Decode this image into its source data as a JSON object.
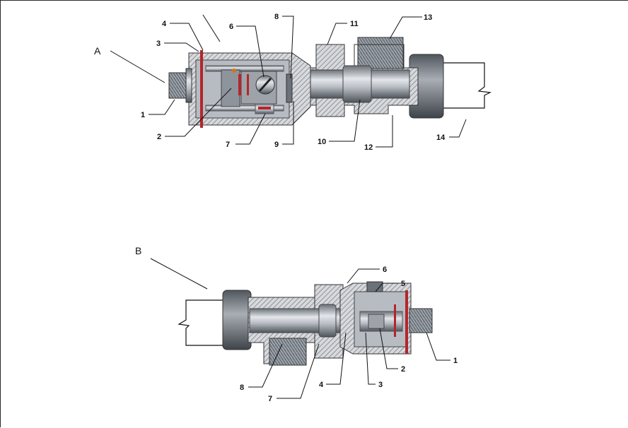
{
  "figure_a": {
    "letter": "A",
    "callouts": [
      {
        "text": "1"
      },
      {
        "text": "2"
      },
      {
        "text": "3"
      },
      {
        "text": "4"
      },
      {
        "text": "6"
      },
      {
        "text": "7"
      },
      {
        "text": "8"
      },
      {
        "text": "9"
      },
      {
        "text": "10"
      },
      {
        "text": "11"
      },
      {
        "text": "12"
      },
      {
        "text": "13"
      },
      {
        "text": "14"
      }
    ]
  },
  "figure_b": {
    "letter": "B",
    "callouts": [
      {
        "text": "1"
      },
      {
        "text": "2"
      },
      {
        "text": "3"
      },
      {
        "text": "4"
      },
      {
        "text": "5"
      },
      {
        "text": "6"
      },
      {
        "text": "7"
      },
      {
        "text": "8"
      }
    ]
  },
  "colors": {
    "metal_light": "#c9cdd4",
    "metal_mid": "#8e949c",
    "metal_dark": "#5a6068",
    "hatch": "#6f747b",
    "accent_red": "#b3262b"
  }
}
